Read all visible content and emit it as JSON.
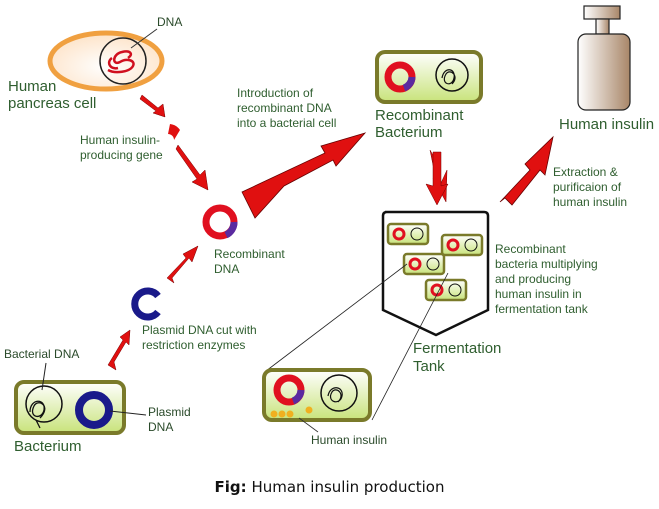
{
  "figure": {
    "caption_prefix": "Fig:",
    "caption_text": "Human insulin production"
  },
  "labels": {
    "dna": "DNA",
    "human_pancreas_cell": [
      "Human",
      "pancreas cell"
    ],
    "human_insulin_gene": [
      "Human insulin-",
      "producing gene"
    ],
    "introduction": [
      "Introduction of",
      "recombinant DNA",
      "into a bacterial cell"
    ],
    "recombinant_bacterium": [
      "Recombinant",
      "Bacterium"
    ],
    "human_insulin_bottle": "Human insulin",
    "extraction": [
      "Extraction &",
      "purificaion of",
      "human insulin"
    ],
    "recombinant_dna": [
      "Recombinant",
      "DNA"
    ],
    "multiplying": [
      "Recombinant",
      "bacteria multiplying",
      "and producing",
      "human insulin in",
      "fermentation tank"
    ],
    "plasmid_cut": [
      "Plasmid DNA cut with",
      "restriction enzymes"
    ],
    "bacterial_dna": "Bacterial DNA",
    "plasmid_dna": [
      "Plasmid",
      "DNA"
    ],
    "bacterium": "Bacterium",
    "fermentation_tank": [
      "Fermentation",
      "Tank"
    ],
    "human_insulin_granules": "Human insulin"
  },
  "colors": {
    "arrow": "#e01010",
    "label_text": "#2f5e2f",
    "cell_border": "#7a7a2a",
    "cell_fill": "#d8ec9a",
    "pancreas_border": "#f0a040",
    "plasmid": "#1a1a8a",
    "recombinant_red": "#e01020",
    "insulin_granule": "#f0b020"
  }
}
